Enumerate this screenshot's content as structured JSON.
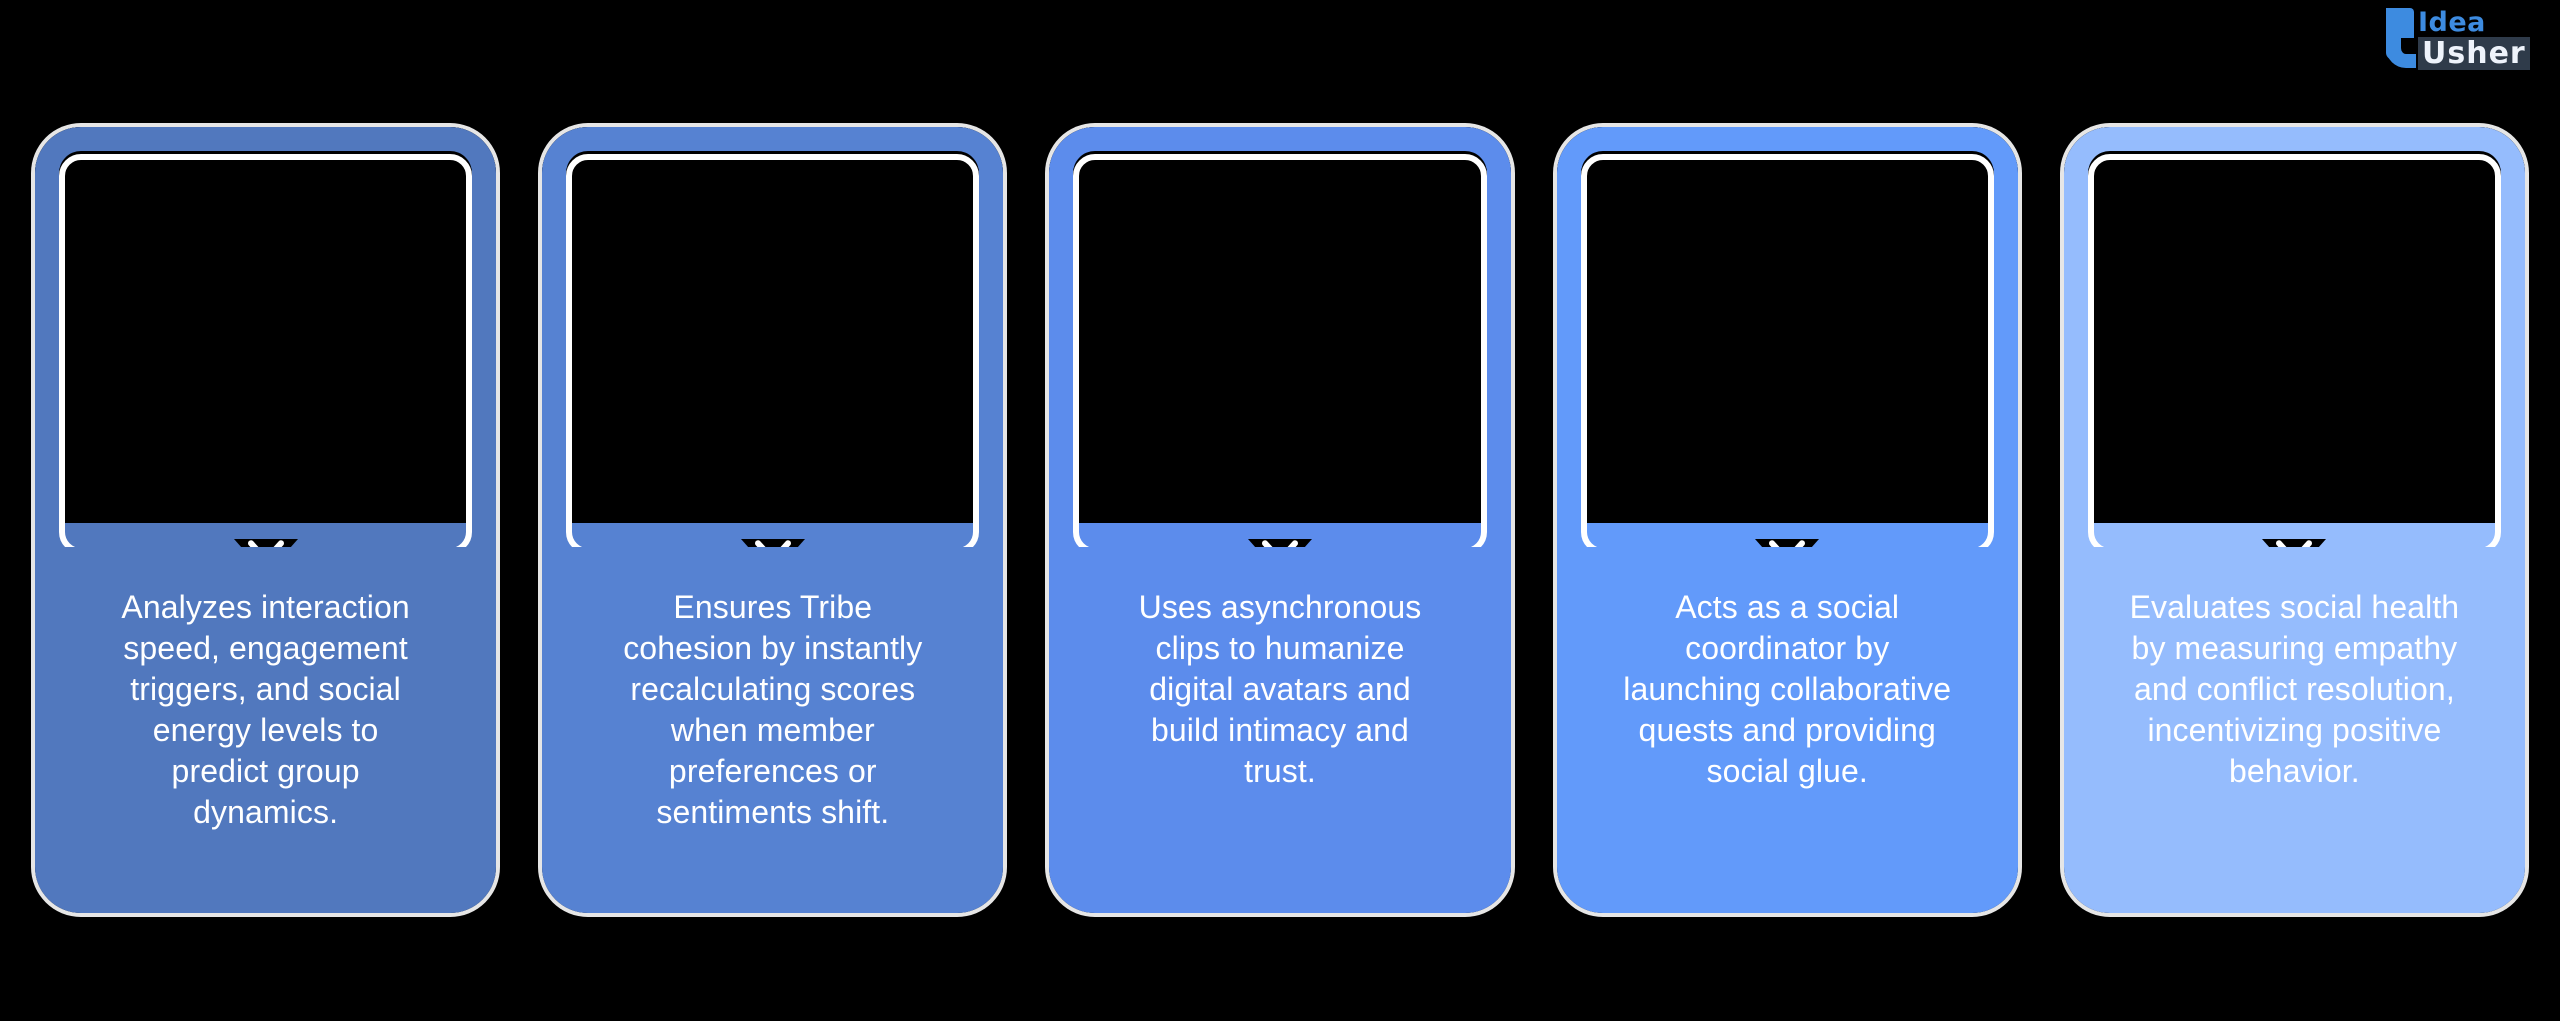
{
  "page": {
    "background_color": "#000000",
    "layout": "five-column-card-infographic"
  },
  "logo": {
    "name": "idea-usher-logo",
    "primary_text": "Idea",
    "secondary_text": "Usher",
    "primary_color": "#3d8be0",
    "secondary_color": "#eef3fb",
    "badge_color": "#2f3b4a"
  },
  "cards": [
    {
      "id": "card-1",
      "description": "Analyzes interaction speed, engagement triggers, and social energy levels to predict group dynamics.",
      "fill_color": "#5178BE",
      "outline_color": "#5178BE",
      "frame_color": "#ffffff",
      "image_placeholder_color": "#000000"
    },
    {
      "id": "card-2",
      "description": "Ensures Tribe cohesion by instantly recalculating scores when member preferences or sentiments shift.",
      "fill_color": "#5682D2",
      "outline_color": "#5682D2",
      "frame_color": "#ffffff",
      "image_placeholder_color": "#000000"
    },
    {
      "id": "card-3",
      "description": "Uses asynchronous clips to humanize digital avatars and build intimacy and trust.",
      "fill_color": "#5C8CEC",
      "outline_color": "#5C8CEC",
      "frame_color": "#ffffff",
      "image_placeholder_color": "#000000"
    },
    {
      "id": "card-4",
      "description": "Acts as a social coordinator by launching collaborative quests and providing social glue.",
      "fill_color": "#629AFA",
      "outline_color": "#629AFA",
      "frame_color": "#ffffff",
      "image_placeholder_color": "#000000"
    },
    {
      "id": "card-5",
      "description": "Evaluates social health by measuring empathy and conflict resolution, incentivizing positive behavior.",
      "fill_color": "#95BCFD",
      "outline_color": "#95BCFD",
      "frame_color": "#ffffff",
      "image_placeholder_color": "#000000"
    }
  ]
}
